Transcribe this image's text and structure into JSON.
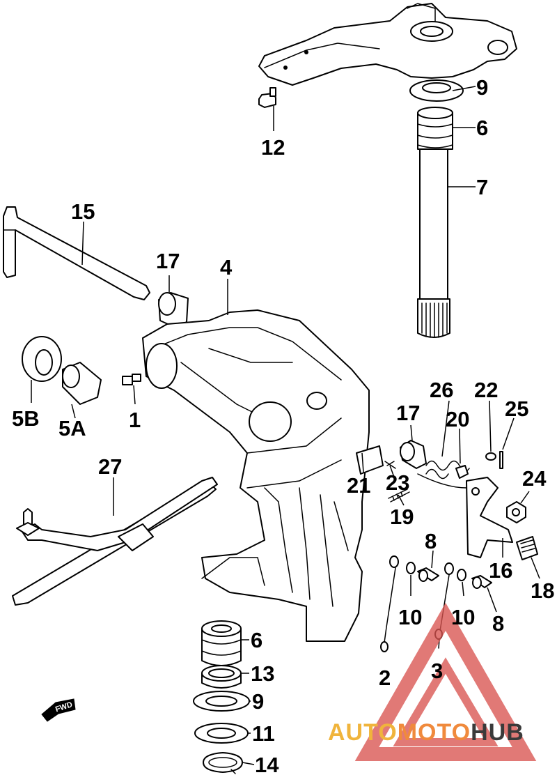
{
  "diagram": {
    "callouts": [
      {
        "id": "c-9-top",
        "label": "9"
      },
      {
        "id": "c-6-top",
        "label": "6"
      },
      {
        "id": "c-7",
        "label": "7"
      },
      {
        "id": "c-12",
        "label": "12"
      },
      {
        "id": "c-15",
        "label": "15"
      },
      {
        "id": "c-17-left",
        "label": "17"
      },
      {
        "id": "c-4",
        "label": "4"
      },
      {
        "id": "c-5B",
        "label": "5B"
      },
      {
        "id": "c-5A",
        "label": "5A"
      },
      {
        "id": "c-1",
        "label": "1"
      },
      {
        "id": "c-26",
        "label": "26"
      },
      {
        "id": "c-22",
        "label": "22"
      },
      {
        "id": "c-17-right",
        "label": "17"
      },
      {
        "id": "c-20",
        "label": "20"
      },
      {
        "id": "c-25",
        "label": "25"
      },
      {
        "id": "c-27",
        "label": "27"
      },
      {
        "id": "c-21",
        "label": "21"
      },
      {
        "id": "c-23",
        "label": "23"
      },
      {
        "id": "c-24",
        "label": "24"
      },
      {
        "id": "c-19",
        "label": "19"
      },
      {
        "id": "c-8-left",
        "label": "8"
      },
      {
        "id": "c-16",
        "label": "16"
      },
      {
        "id": "c-18",
        "label": "18"
      },
      {
        "id": "c-10-left",
        "label": "10"
      },
      {
        "id": "c-10-right",
        "label": "10"
      },
      {
        "id": "c-8-right",
        "label": "8"
      },
      {
        "id": "c-6-bottom",
        "label": "6"
      },
      {
        "id": "c-13",
        "label": "13"
      },
      {
        "id": "c-9-bottom",
        "label": "9"
      },
      {
        "id": "c-11",
        "label": "11"
      },
      {
        "id": "c-14",
        "label": "14"
      },
      {
        "id": "c-2",
        "label": "2"
      },
      {
        "id": "c-3",
        "label": "3"
      }
    ],
    "fwd_label": "FWD"
  },
  "watermark": {
    "part1": "AUTO",
    "part2": "MOTO",
    "part3": "HUB",
    "colors": {
      "triangle": "#d9534f",
      "auto": "#f0b43c",
      "moto": "#f08a3c",
      "hub": "#3a3a3a"
    }
  }
}
